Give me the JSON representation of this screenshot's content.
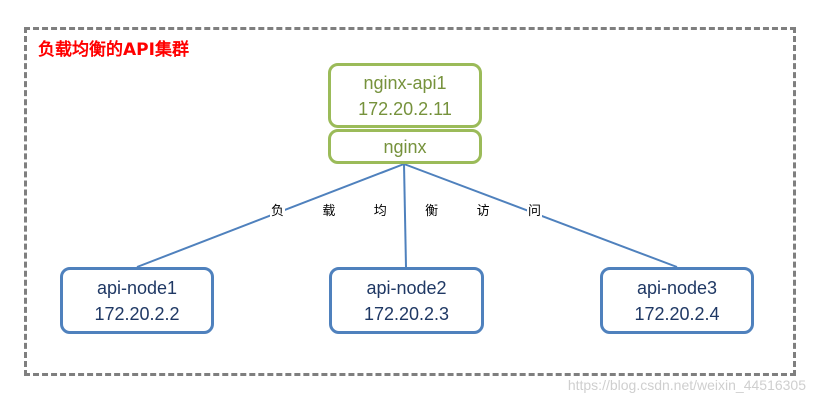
{
  "title": "负载均衡的API集群",
  "hub": {
    "name": "nginx-api1",
    "ip": "172.20.2.11",
    "service": "nginx"
  },
  "edge_label_chars": [
    "负",
    "载",
    "均",
    "衡",
    "访",
    "问"
  ],
  "nodes": [
    {
      "name": "api-node1",
      "ip": "172.20.2.2"
    },
    {
      "name": "api-node2",
      "ip": "172.20.2.3"
    },
    {
      "name": "api-node3",
      "ip": "172.20.2.4"
    }
  ],
  "watermark": "https://blog.csdn.net/weixin_44516305",
  "colors": {
    "frame": "#7f7f7f",
    "title": "#ff0000",
    "hub_border": "#9bbb59",
    "hub_text": "#76923c",
    "node_border": "#4f81bd",
    "node_text": "#1f3864",
    "link": "#4f81bd"
  }
}
